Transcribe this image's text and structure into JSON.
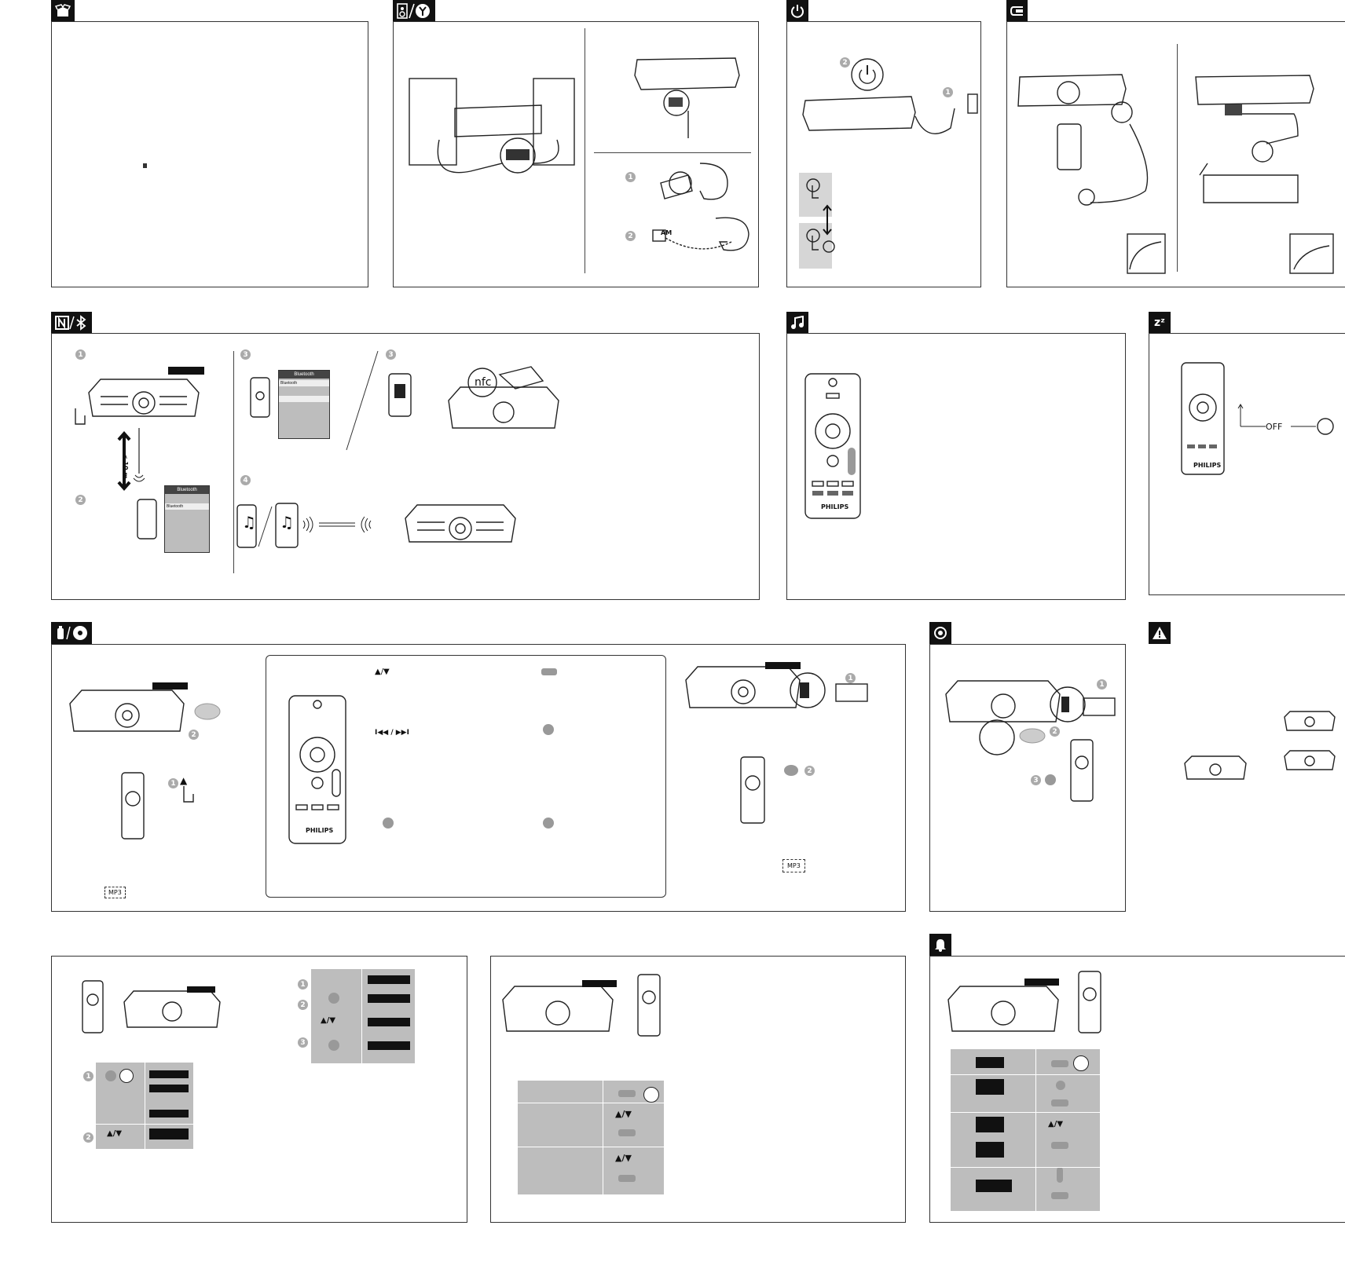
{
  "labels": {
    "distance": "< 10 m",
    "bluetooth_title": "Bluetooth",
    "bluetooth_row": "Bluetooth",
    "nfc": "nfc",
    "am": "AM",
    "off": "OFF",
    "brand": "PHILIPS",
    "mp3": "MP3",
    "arrows": "▲/▼",
    "prev_next": "I◀◀ / ▶▶I"
  },
  "icons": {
    "unpack": "box-open-icon",
    "speaker_antenna": "speaker-antenna-icon",
    "power": "power-icon",
    "audio_in": "audio-in-icon",
    "nfc_bt": "nfc-bluetooth-icon",
    "music": "music-note-icon",
    "sleep": "sleep-zz-icon",
    "usb_disc": "usb-disc-icon",
    "record": "record-icon",
    "warning": "warning-triangle-icon",
    "alarm": "alarm-bell-icon"
  },
  "colors": {
    "ink": "#111111",
    "step_badge": "#aaaaaa",
    "table_grey": "#bdbdbd"
  }
}
